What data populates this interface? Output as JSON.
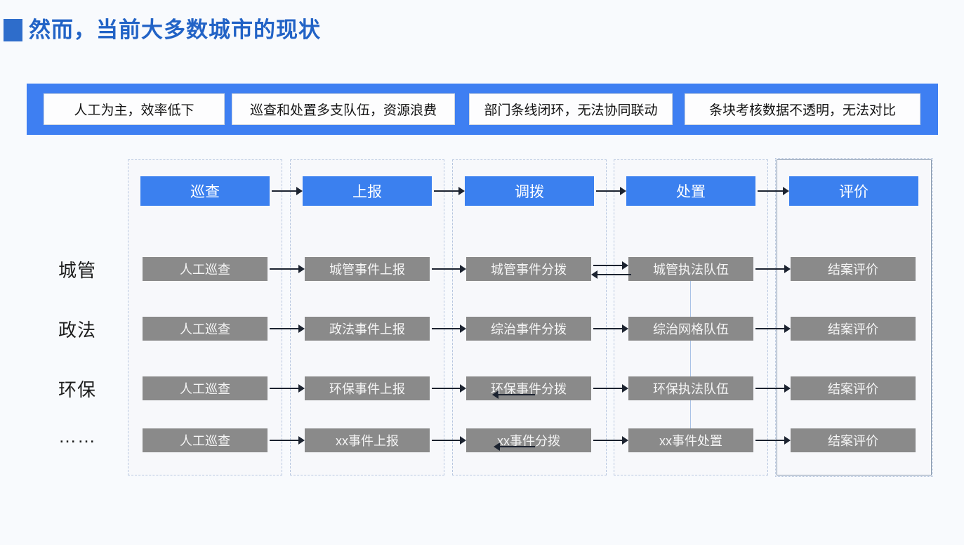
{
  "slide": {
    "title": "然而，当前大多数城市的现状"
  },
  "banner": {
    "items": [
      "人工为主，效率低下",
      "巡查和处置多支队伍，资源浪费",
      "部门条线闭环，无法协同联动",
      "条块考核数据不透明，无法对比"
    ]
  },
  "flow": {
    "columns": [
      {
        "label": "巡查"
      },
      {
        "label": "上报"
      },
      {
        "label": "调拨"
      },
      {
        "label": "处置"
      },
      {
        "label": "评价"
      }
    ],
    "rows": [
      {
        "label": "城管",
        "cells": [
          "人工巡查",
          "城管事件上报",
          "城管事件分拨",
          "城管执法队伍",
          "结案评价"
        ]
      },
      {
        "label": "政法",
        "cells": [
          "人工巡查",
          "政法事件上报",
          "综治事件分拨",
          "综治网格队伍",
          "结案评价"
        ]
      },
      {
        "label": "环保",
        "cells": [
          "人工巡查",
          "环保事件上报",
          "环保事件分拨",
          "环保执法队伍",
          "结案评价"
        ]
      },
      {
        "label": "……",
        "cells": [
          "人工巡查",
          "xx事件上报",
          "xx事件分拨",
          "xx事件处置",
          "结案评价"
        ]
      }
    ]
  },
  "colors": {
    "title_blue": "#2263c6",
    "banner_blue": "#3e7ff2",
    "stage_blue": "#3b80ef",
    "box_gray": "#8a8a8a"
  }
}
